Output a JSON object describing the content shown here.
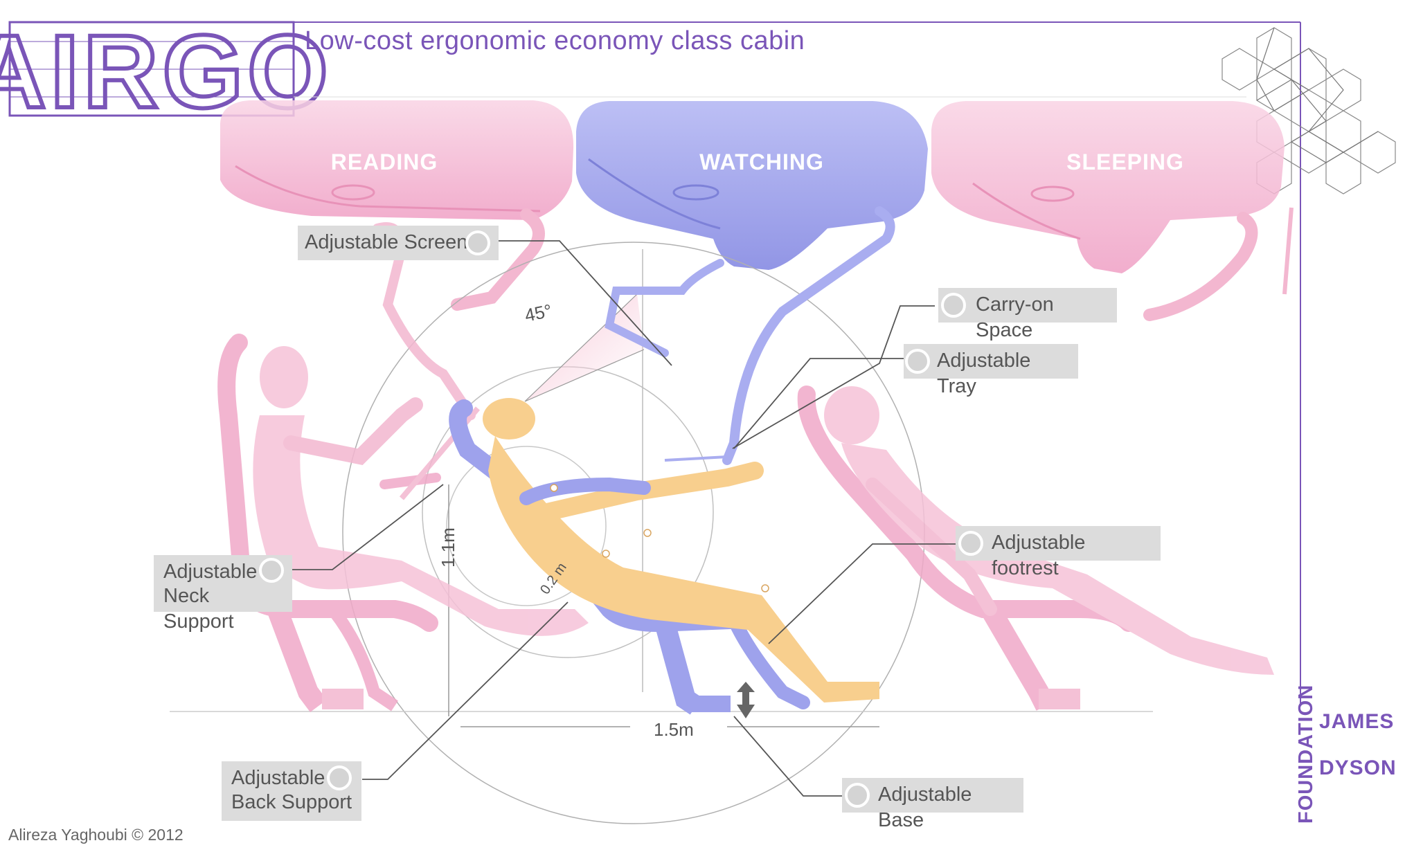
{
  "header": {
    "logo_text": "AIRGO",
    "subtitle": "Low-cost ergonomic economy class cabin"
  },
  "modules": {
    "reading": "READING",
    "watching": "WATCHING",
    "sleeping": "SLEEPING"
  },
  "callouts": {
    "adjustable_screen": "Adjustable Screen",
    "carry_on_space": "Carry-on Space",
    "adjustable_tray": "Adjustable Tray",
    "adjustable_neck_support_1": "Adjustable",
    "adjustable_neck_support_2": "Neck Support",
    "adjustable_footrest": "Adjustable footrest",
    "adjustable_back_support_1": "Adjustable",
    "adjustable_back_support_2": "Back Support",
    "adjustable_base": "Adjustable Base"
  },
  "dimensions": {
    "angle": "45°",
    "height": "1.1m",
    "radius": "0.2 m",
    "width": "1.5m"
  },
  "footer": {
    "credit": "Alireza Yaghoubi © 2012",
    "foundation_james": "JAMES",
    "foundation_dyson": "DYSON",
    "foundation_word": "FOUNDATION"
  },
  "colors": {
    "brand_purple": "#7a55b8",
    "pink_module": "#f4bfd6",
    "blue_module": "#9ea2ec",
    "figure_orange": "#f8cf8e",
    "callout_bg": "#dcdcdc"
  }
}
